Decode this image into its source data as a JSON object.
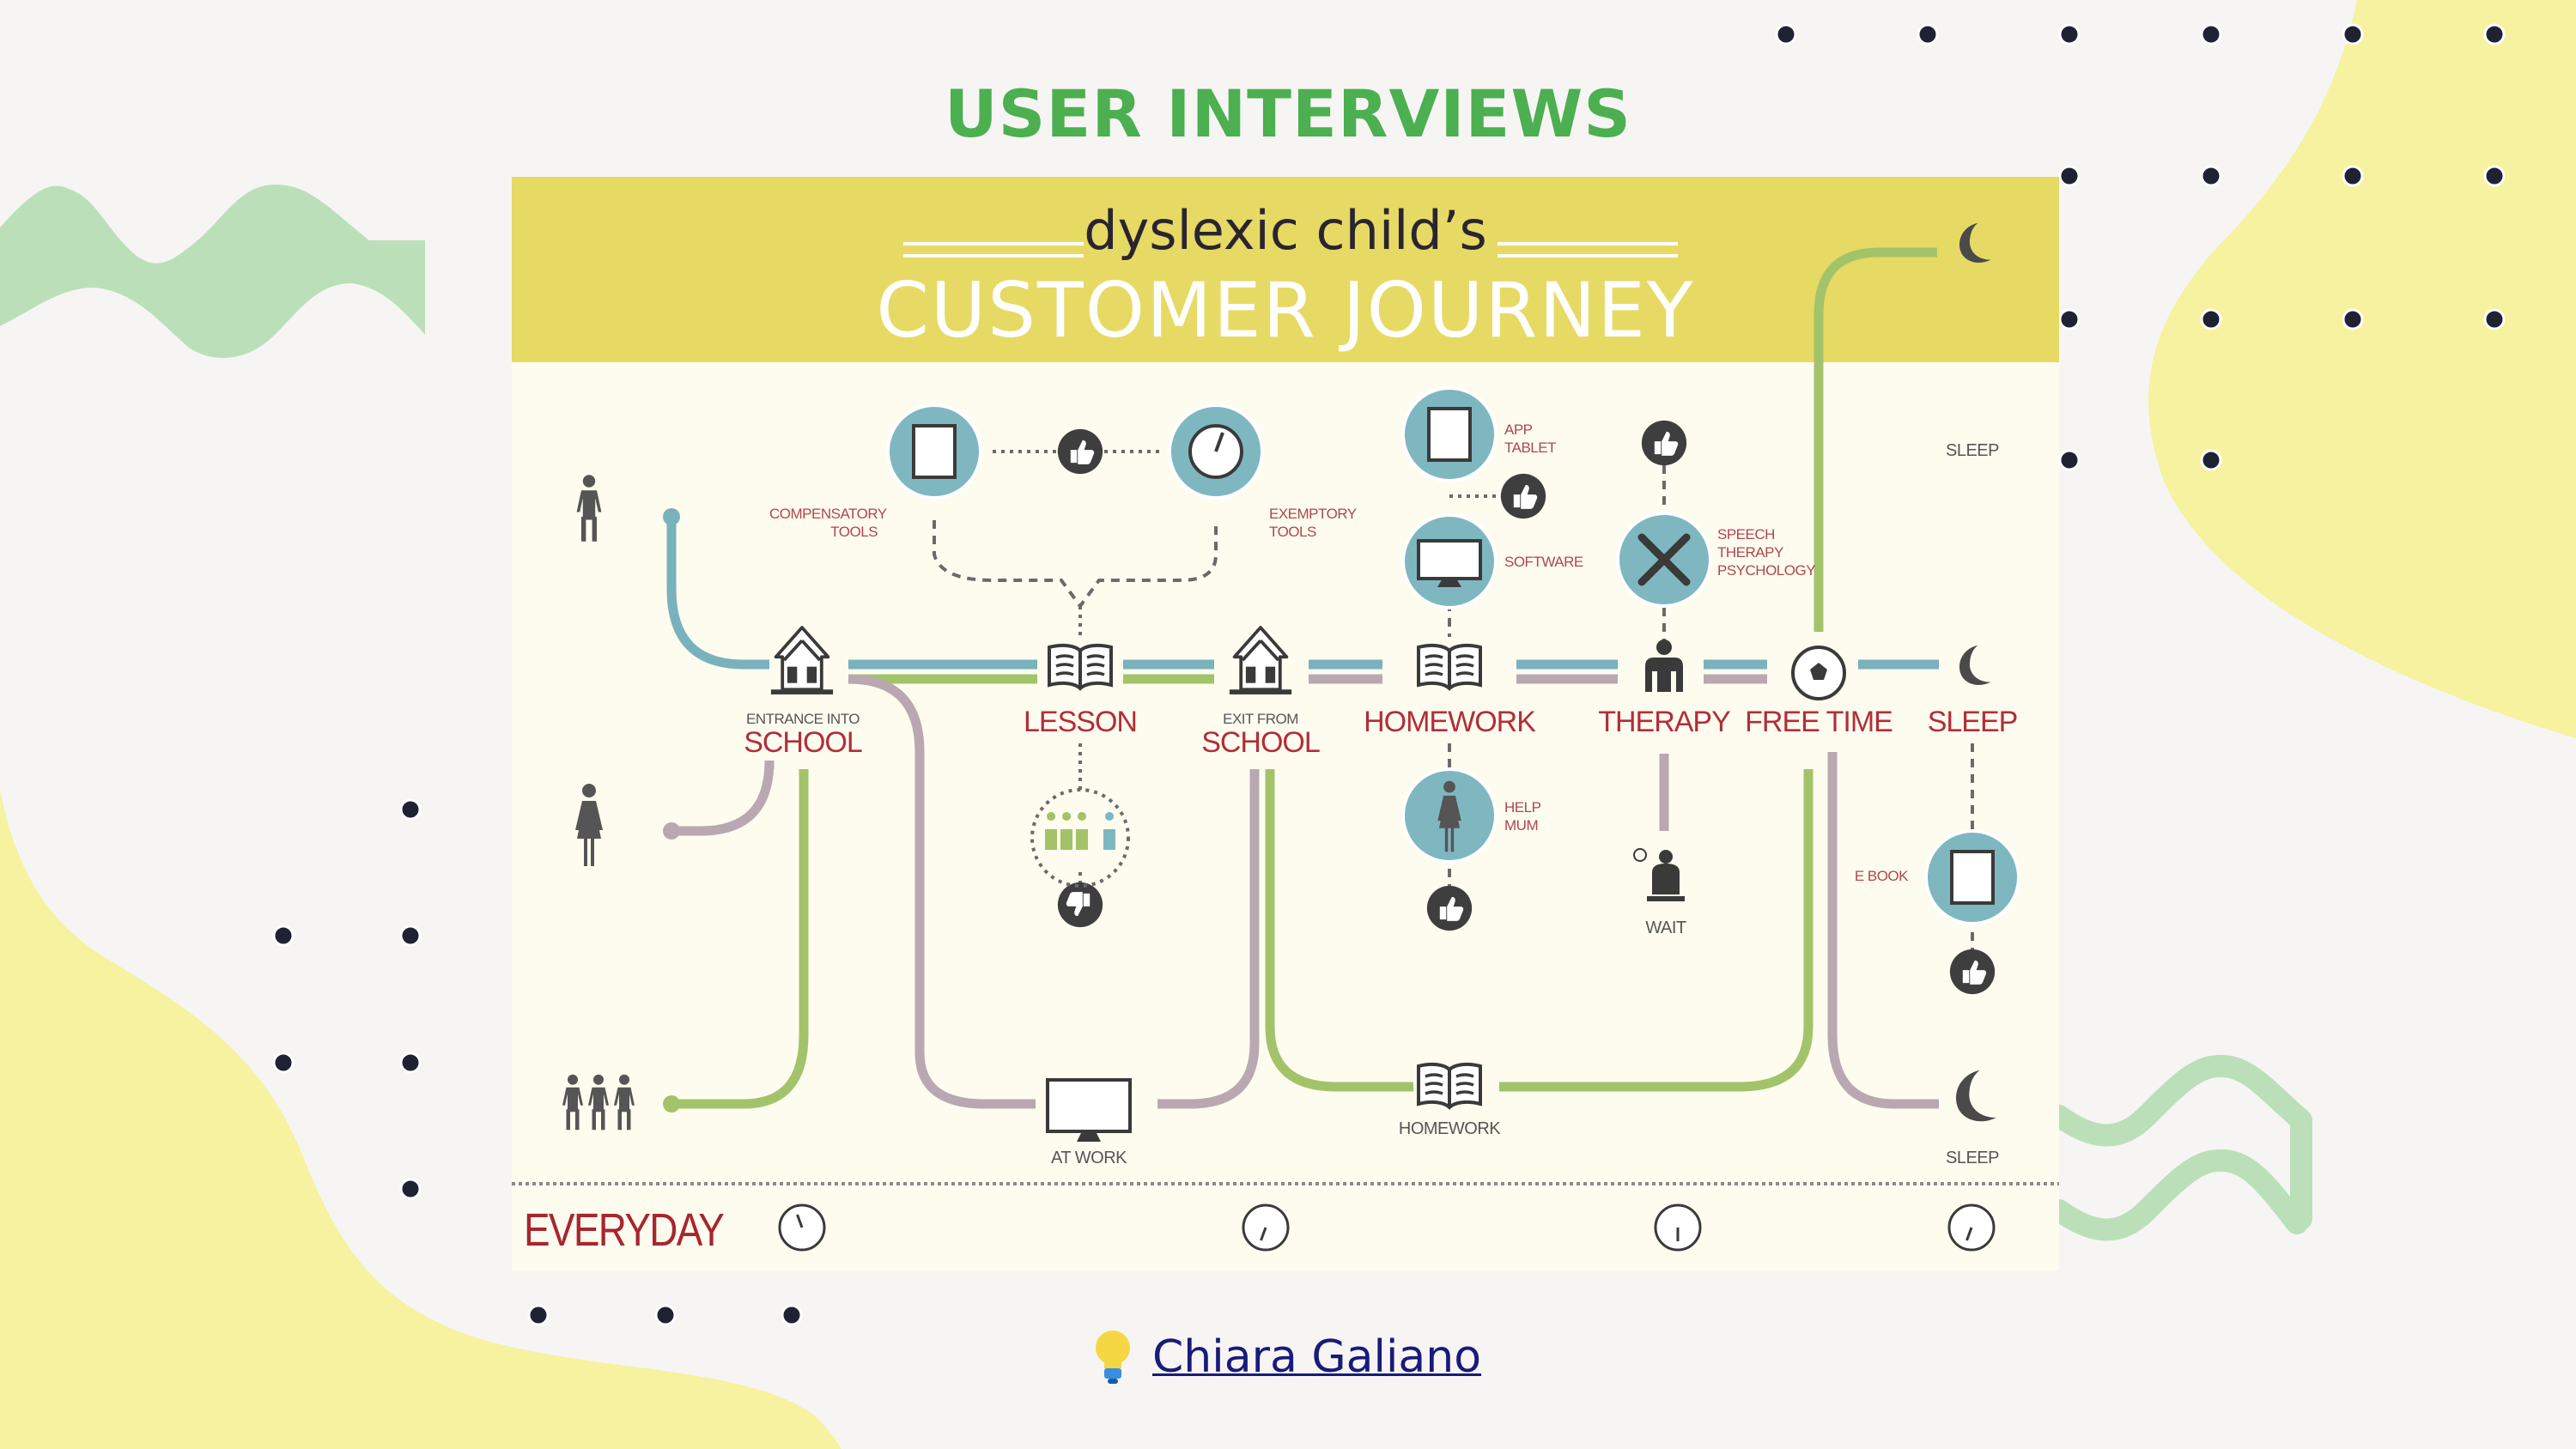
{
  "page": {
    "title": "USER INTERVIEWS",
    "colors": {
      "title_green": "#4caf50",
      "background": "#f6f5f4",
      "blob_yellow": "#f6f29f",
      "wave_green": "#bbe0b9",
      "dot_navy": "#1f2233",
      "banner_yellow": "#e6da64",
      "line_blue": "#79b1bd",
      "line_green": "#a3c36a",
      "line_mauve": "#b9a7b1",
      "circle_teal": "#7fb7c1",
      "label_red": "#b22d3a",
      "icon_gray": "#4a4a4a"
    }
  },
  "infographic": {
    "subtitle": "dyslexic child’s",
    "title": "CUSTOMER JOURNEY",
    "personas": [
      {
        "name": "child",
        "icon": "child-icon",
        "line": "blue"
      },
      {
        "name": "mother",
        "icon": "woman-icon",
        "line": "mauve"
      },
      {
        "name": "classmates",
        "icon": "group-icon",
        "line": "green"
      }
    ],
    "stages": [
      {
        "small": "ENTRANCE INTO",
        "label": "SCHOOL",
        "icon": "school-icon"
      },
      {
        "small": "",
        "label": "LESSON",
        "icon": "book-icon"
      },
      {
        "small": "EXIT FROM",
        "label": "SCHOOL",
        "icon": "school-icon"
      },
      {
        "small": "",
        "label": "HOMEWORK",
        "icon": "book-icon"
      },
      {
        "small": "",
        "label": "THERAPY",
        "icon": "therapist-icon"
      },
      {
        "small": "",
        "label": "FREE TIME",
        "icon": "soccer-ball-icon"
      },
      {
        "small": "",
        "label": "SLEEP",
        "icon": "moon-icon"
      }
    ],
    "touchpoints": {
      "compensatory_tools": "COMPENSATORY\nTOOLS",
      "exemptory_tools": "EXEMPTORY\nTOOLS",
      "app_tablet": "APP\nTABLET",
      "software": "SOFTWARE",
      "speech_therapy": "SPEECH\nTHERAPY\nPSYCHOLOGY",
      "help_mum": "HELP\nMUM",
      "e_book": "E BOOK"
    },
    "secondary_labels": {
      "sleep_top": "SLEEP",
      "at_work": "AT WORK",
      "homework_bottom": "HOMEWORK",
      "sleep_bottom": "SLEEP",
      "wait": "WAIT"
    },
    "sentiments": [
      {
        "at": "compensatory-exemptory",
        "value": "thumbs-up"
      },
      {
        "at": "app-tablet",
        "value": "thumbs-up"
      },
      {
        "at": "therapy",
        "value": "thumbs-up"
      },
      {
        "at": "lesson-classmates",
        "value": "thumbs-down"
      },
      {
        "at": "help-mum",
        "value": "thumbs-up"
      },
      {
        "at": "e-book",
        "value": "thumbs-up"
      }
    ],
    "timeline": {
      "label": "EVERYDAY",
      "clocks": [
        "clock-icon",
        "clock-icon",
        "clock-icon",
        "clock-icon"
      ]
    }
  },
  "footer": {
    "icon": "lightbulb-icon",
    "link_text": "Chiara Galiano"
  }
}
